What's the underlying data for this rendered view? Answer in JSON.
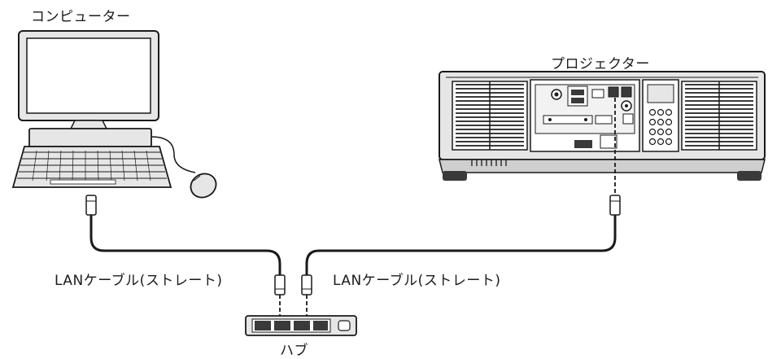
{
  "labels": {
    "computer": "コンピューター",
    "projector": "プロジェクター",
    "cable_left": "LANケーブル(ストレート)",
    "cable_right": "LANケーブル(ストレート)",
    "hub": "ハブ"
  },
  "colors": {
    "outline": "#1a1a1a",
    "body_gray": "#e6e6e6",
    "panel_gray": "#cfcfcf",
    "dark": "#3a3a3a",
    "cable": "#1a1a1a"
  },
  "icons": {
    "computer": "desktop-computer-icon",
    "projector": "projector-icon",
    "hub": "network-hub-icon"
  }
}
